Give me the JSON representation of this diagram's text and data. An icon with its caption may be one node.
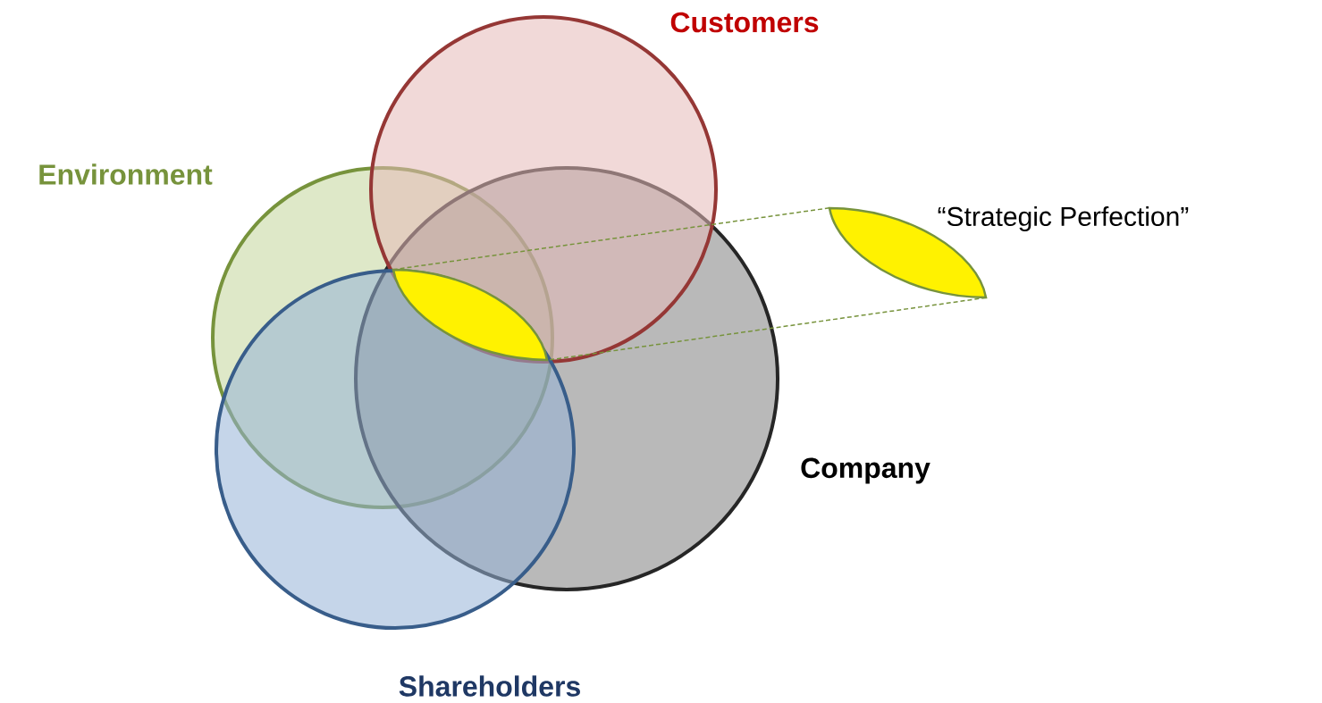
{
  "diagram": {
    "nodes": [
      {
        "text": [
          "Customers"
        ]
      },
      {
        "text": [
          "Environment"
        ]
      },
      {
        "text": [
          "Company"
        ]
      },
      {
        "text": [
          "Shareholders"
        ]
      },
      {
        "text": [],
        "shape": "lens"
      },
      {
        "text": [
          "“Strategic Perfection”"
        ]
      }
    ],
    "edges": [
      {
        "from": 5,
        "to": 4,
        "arrow": "none",
        "style": "dashed"
      },
      {
        "from": 5,
        "to": 4,
        "arrow": "none",
        "style": "dashed"
      }
    ]
  }
}
